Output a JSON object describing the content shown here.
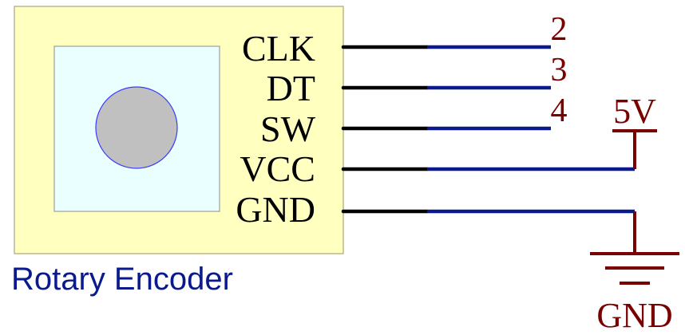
{
  "component": {
    "name": "Rotary Encoder",
    "pins": [
      "CLK",
      "DT",
      "SW",
      "VCC",
      "GND"
    ]
  },
  "nets": {
    "clk": "2",
    "dt": "3",
    "sw": "4"
  },
  "power": {
    "vcc_label": "5V",
    "gnd_label": "GND"
  },
  "colors": {
    "body_fill": "#ffffc0",
    "inner_fill": "#eaffff",
    "knob_fill": "#c0c0c0",
    "knob_stroke": "#3a3aff",
    "pin_wire": "#000000",
    "net_wire": "#0a1a8c",
    "net_label": "#7a0000",
    "part_label": "#0a1a8c"
  }
}
